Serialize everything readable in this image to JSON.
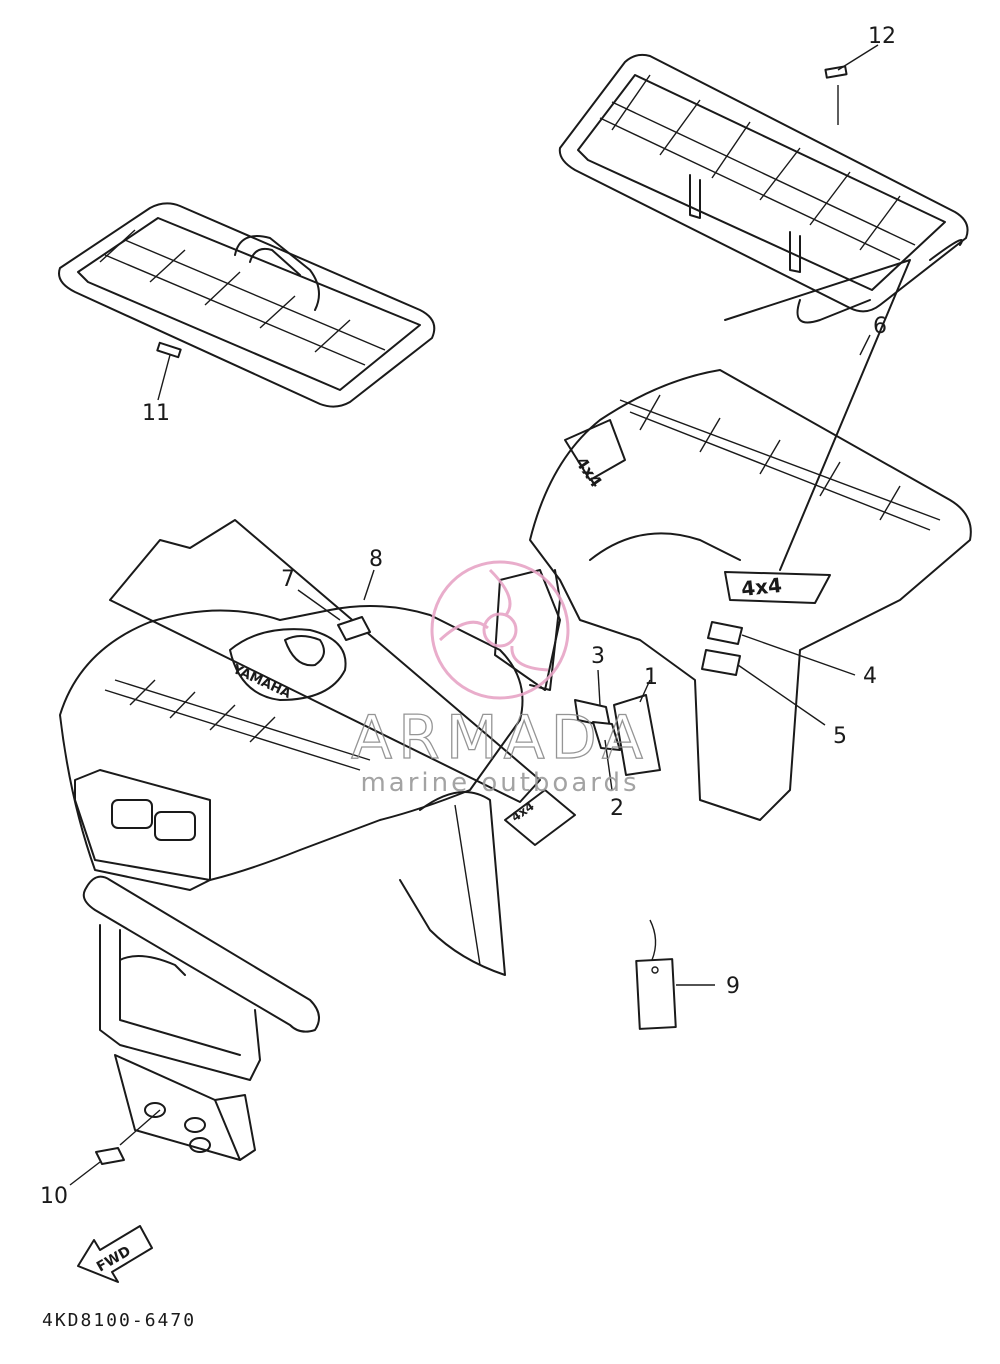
{
  "diagram": {
    "part_code": "4KD8100-6470",
    "direction_label": "FWD",
    "callouts": [
      {
        "num": "1"
      },
      {
        "num": "2"
      },
      {
        "num": "3"
      },
      {
        "num": "4"
      },
      {
        "num": "5"
      },
      {
        "num": "6"
      },
      {
        "num": "7"
      },
      {
        "num": "8"
      },
      {
        "num": "9"
      },
      {
        "num": "10"
      },
      {
        "num": "11"
      },
      {
        "num": "12"
      }
    ],
    "decals": {
      "four_by_four": "4x4",
      "brand": "YAMAHA"
    }
  },
  "watermark": {
    "brand": "ARMADA",
    "tagline": "marine outboards",
    "logo_color": "#e7a5c6"
  }
}
